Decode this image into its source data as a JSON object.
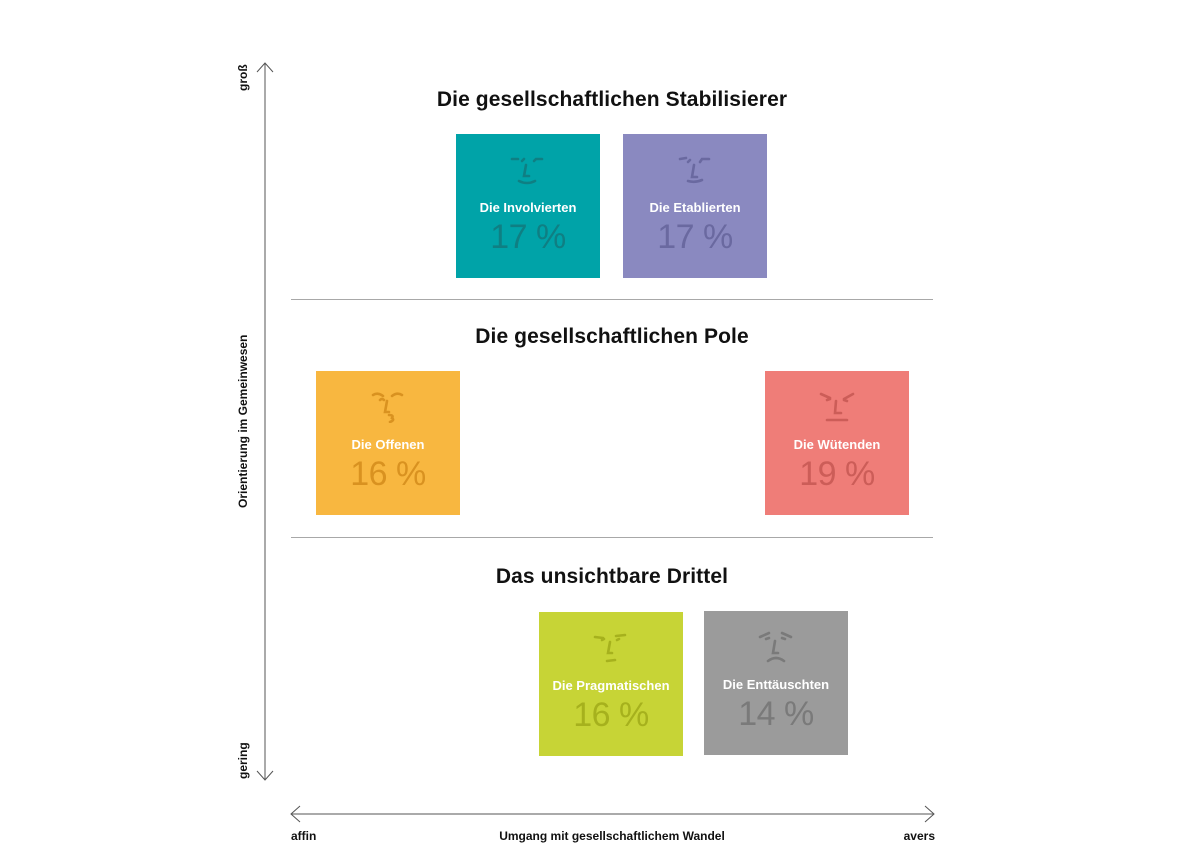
{
  "axes": {
    "y_title": "Orientierung im Gemeinwesen",
    "y_top": "groß",
    "y_bottom": "gering",
    "x_title": "Umgang mit gesellschaftlichem Wandel",
    "x_left": "affin",
    "x_right": "avers"
  },
  "sections": [
    {
      "title": "Die gesellschaftlichen Stabilisierer"
    },
    {
      "title": "Die gesellschaftlichen Pole"
    },
    {
      "title": "Das unsichtbare Drittel"
    }
  ],
  "tiles": [
    {
      "name": "Die Involvierten",
      "percent": "17 %",
      "color": "#00a3a8",
      "text_color": "#0f7f83",
      "icon": "involved-face-icon"
    },
    {
      "name": "Die Etablierten",
      "percent": "17 %",
      "color": "#8a89c0",
      "text_color": "#6a69a0",
      "icon": "established-face-icon"
    },
    {
      "name": "Die Offenen",
      "percent": "16 %",
      "color": "#f8b740",
      "text_color": "#d99220",
      "icon": "open-face-icon"
    },
    {
      "name": "Die Wütenden",
      "percent": "19 %",
      "color": "#ef7d78",
      "text_color": "#cc5d58",
      "icon": "angry-face-icon"
    },
    {
      "name": "Die Pragmatischen",
      "percent": "16 %",
      "color": "#c7d436",
      "text_color": "#a6b11d",
      "icon": "pragmatic-face-icon"
    },
    {
      "name": "Die Enttäuschten",
      "percent": "14 %",
      "color": "#9b9b9b",
      "text_color": "#7a7a7a",
      "icon": "disappointed-face-icon"
    }
  ]
}
